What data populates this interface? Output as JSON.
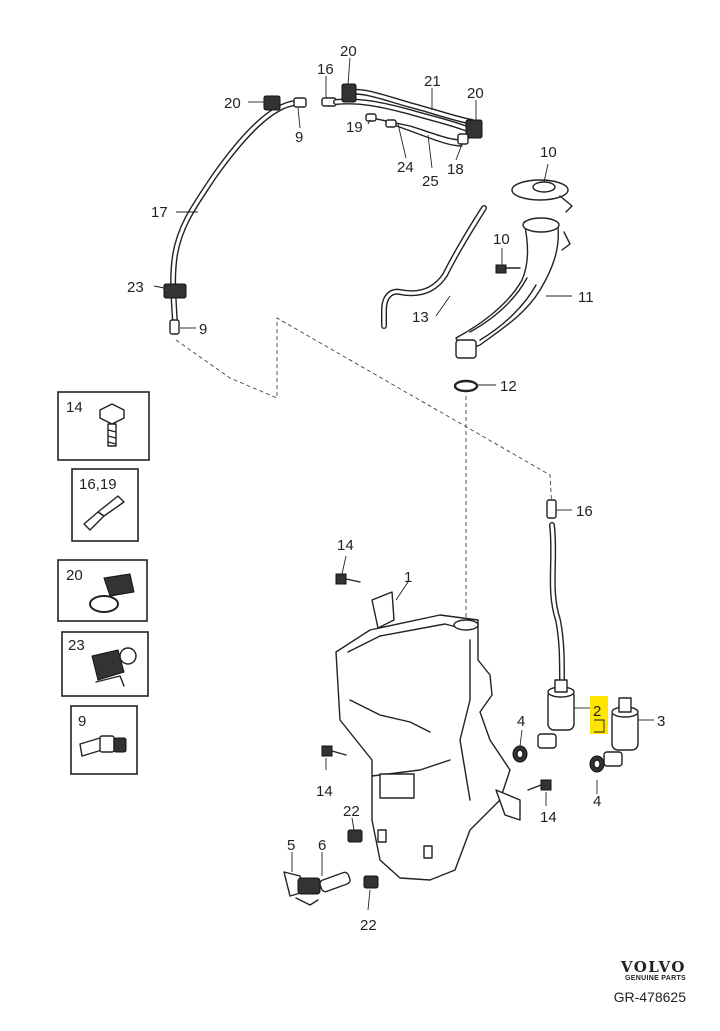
{
  "callouts": {
    "c20a": "20",
    "c16a": "16",
    "c20b": "20",
    "c21": "21",
    "c20c": "20",
    "c9a": "9",
    "c19": "19",
    "c24": "24",
    "c25": "25",
    "c18": "18",
    "c17": "17",
    "c23": "23",
    "c9b": "9",
    "c10a": "10",
    "c10b": "10",
    "c11": "11",
    "c13": "13",
    "c12": "12",
    "c16b": "16",
    "c14a": "14",
    "c1": "1",
    "c2": "2",
    "c3": "3",
    "c4a": "4",
    "c4b": "4",
    "c14b": "14",
    "c14c": "14",
    "c22a": "22",
    "c22b": "22",
    "c5": "5",
    "c6": "6"
  },
  "legend": {
    "b14": "14",
    "b1619": "16,19",
    "b20": "20",
    "b23": "23",
    "b9": "9"
  },
  "highlight": {
    "color": "#ffe600",
    "part": "2"
  },
  "brand": {
    "name": "VOLVO",
    "tagline": "GENUINE PARTS",
    "code": "GR-478625"
  }
}
